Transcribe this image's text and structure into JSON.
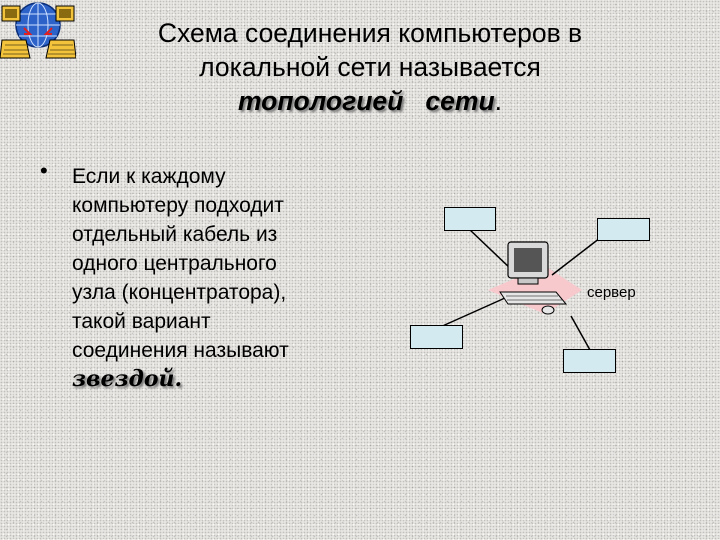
{
  "title": {
    "line1": "Схема соединения компьютеров в",
    "line2": "локальной сети называется",
    "term": "топологией   сети",
    "end": "."
  },
  "bullet": {
    "lines": [
      "Если к каждому",
      "компьютеру подходит",
      "отдельный кабель из",
      "одного центрального",
      "узла (концентратора),",
      "такой вариант",
      "соединения называют"
    ],
    "emphasis": "звездой."
  },
  "diagram": {
    "server_label": "сервер",
    "node_color": "#d3eaf0",
    "hub_color": "#f7c9cd"
  }
}
